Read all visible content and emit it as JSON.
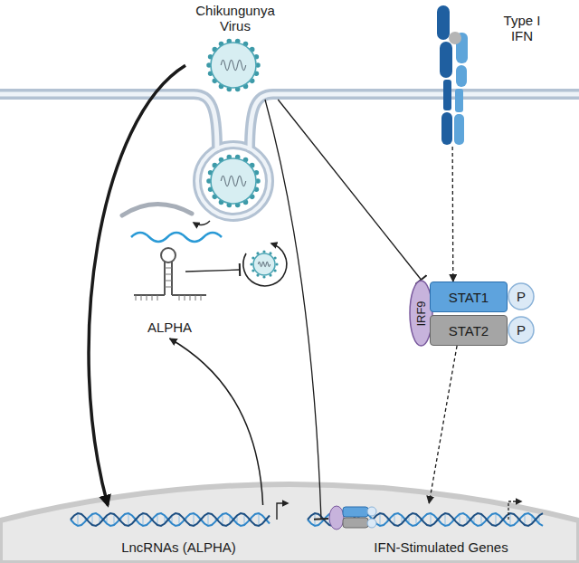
{
  "diagram": {
    "nodes": [
      {
        "text": [
          "Chikungunya Virus"
        ]
      },
      {
        "text": [
          "Type I IFN"
        ]
      },
      {
        "text": [
          "ALPHA"
        ]
      },
      {
        "text": [
          "IRF9"
        ]
      },
      {
        "text": [
          "STAT1"
        ]
      },
      {
        "text": [
          "P"
        ]
      },
      {
        "text": [
          "STAT2"
        ]
      },
      {
        "text": [
          "P"
        ]
      },
      {
        "text": [
          "LncRNAs (ALPHA)"
        ]
      },
      {
        "text": [
          "IFN-Stimulated Genes"
        ]
      }
    ],
    "edges": [
      {
        "from": 0,
        "to": 8,
        "arrow": "to"
      },
      {
        "from": 0,
        "to": 3,
        "arrow": "to"
      },
      {
        "from": 0,
        "to": 9,
        "arrow": "to"
      },
      {
        "from": 1,
        "to": 4,
        "arrow": "to"
      },
      {
        "from": 6,
        "to": 9,
        "arrow": "to"
      },
      {
        "from": 8,
        "to": 2,
        "arrow": "to"
      }
    ]
  }
}
